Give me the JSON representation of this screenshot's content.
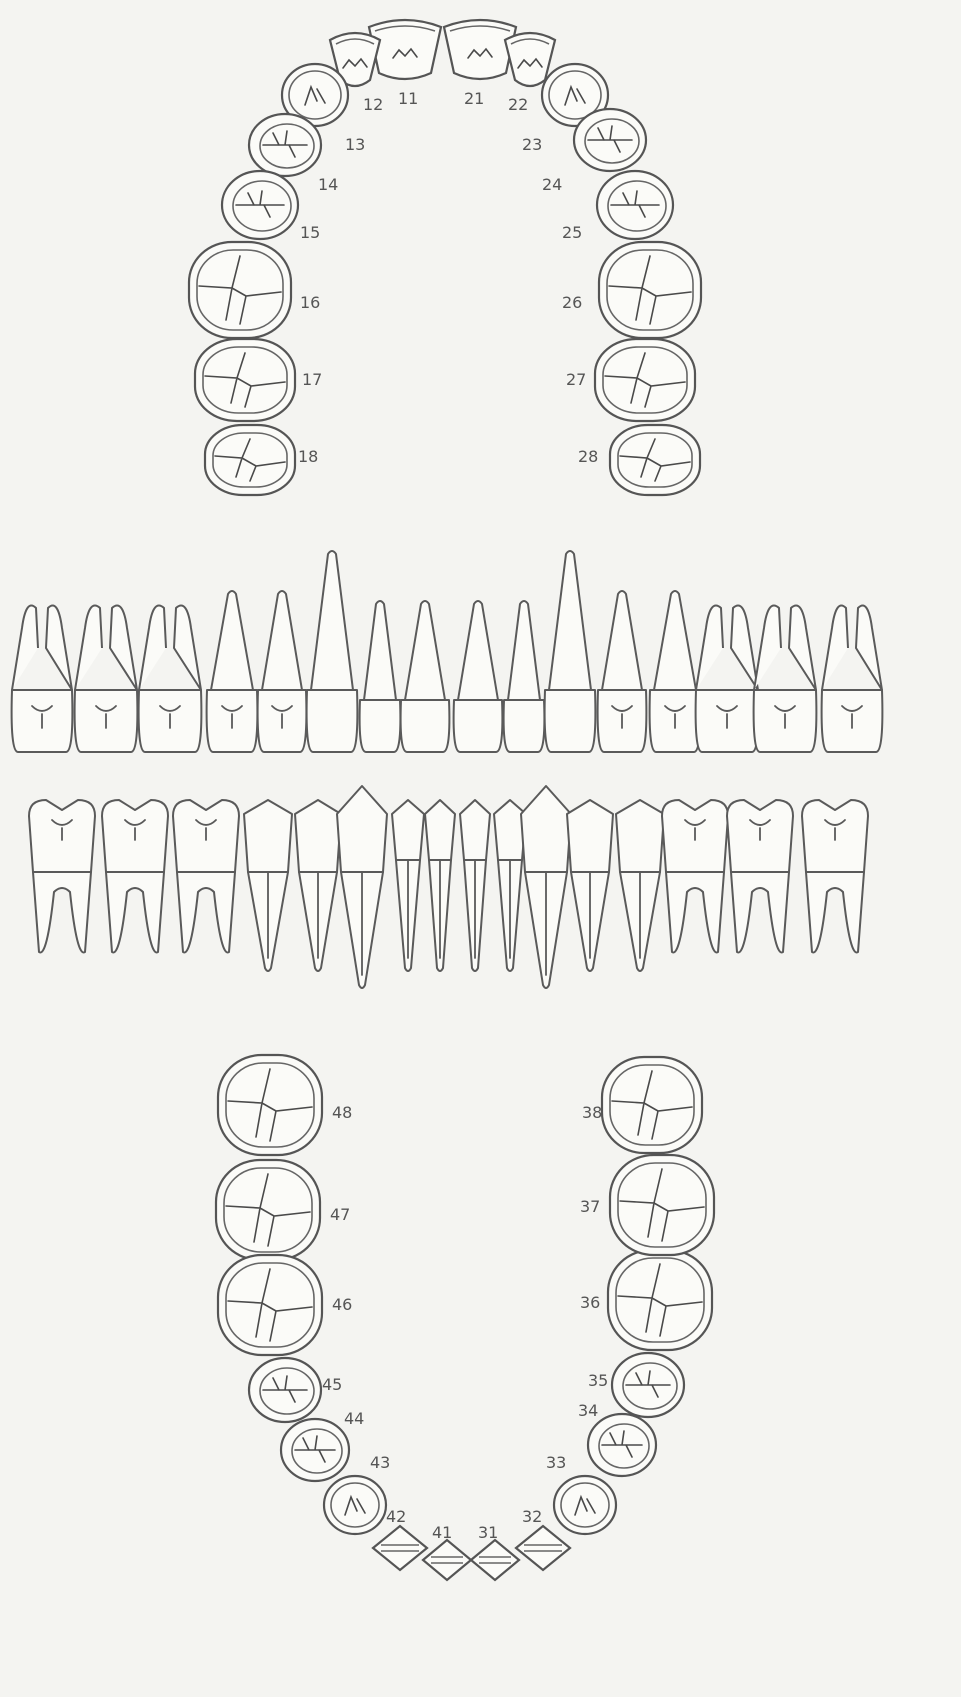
{
  "upper_occlusal": [
    {
      "num": "11"
    },
    {
      "num": "12"
    },
    {
      "num": "13"
    },
    {
      "num": "14"
    },
    {
      "num": "15"
    },
    {
      "num": "16"
    },
    {
      "num": "17"
    },
    {
      "num": "18"
    },
    {
      "num": "21"
    },
    {
      "num": "22"
    },
    {
      "num": "23"
    },
    {
      "num": "24"
    },
    {
      "num": "25"
    },
    {
      "num": "26"
    },
    {
      "num": "27"
    },
    {
      "num": "28"
    }
  ],
  "lower_occlusal": [
    {
      "num": "48"
    },
    {
      "num": "47"
    },
    {
      "num": "46"
    },
    {
      "num": "45"
    },
    {
      "num": "44"
    },
    {
      "num": "43"
    },
    {
      "num": "42"
    },
    {
      "num": "41"
    },
    {
      "num": "31"
    },
    {
      "num": "32"
    },
    {
      "num": "33"
    },
    {
      "num": "34"
    },
    {
      "num": "35"
    },
    {
      "num": "36"
    },
    {
      "num": "37"
    },
    {
      "num": "38"
    }
  ],
  "upper_lateral": [
    {
      "kind": "molar"
    },
    {
      "kind": "molar"
    },
    {
      "kind": "molar"
    },
    {
      "kind": "premolar"
    },
    {
      "kind": "premolar"
    },
    {
      "kind": "canine"
    },
    {
      "kind": "incisor"
    },
    {
      "kind": "incisor"
    },
    {
      "kind": "incisor"
    },
    {
      "kind": "incisor"
    },
    {
      "kind": "canine"
    },
    {
      "kind": "premolar"
    },
    {
      "kind": "premolar"
    },
    {
      "kind": "molar"
    },
    {
      "kind": "molar"
    },
    {
      "kind": "molar"
    }
  ],
  "lower_lateral": [
    {
      "kind": "molar"
    },
    {
      "kind": "molar"
    },
    {
      "kind": "molar"
    },
    {
      "kind": "premolar"
    },
    {
      "kind": "premolar"
    },
    {
      "kind": "canine"
    },
    {
      "kind": "incisor"
    },
    {
      "kind": "incisor"
    },
    {
      "kind": "incisor"
    },
    {
      "kind": "incisor"
    },
    {
      "kind": "canine"
    },
    {
      "kind": "premolar"
    },
    {
      "kind": "premolar"
    },
    {
      "kind": "molar"
    },
    {
      "kind": "molar"
    },
    {
      "kind": "molar"
    }
  ],
  "colors": {
    "line": "#555555",
    "background": "#f4f4f1",
    "tooth_fill": "#fbfbf8"
  }
}
